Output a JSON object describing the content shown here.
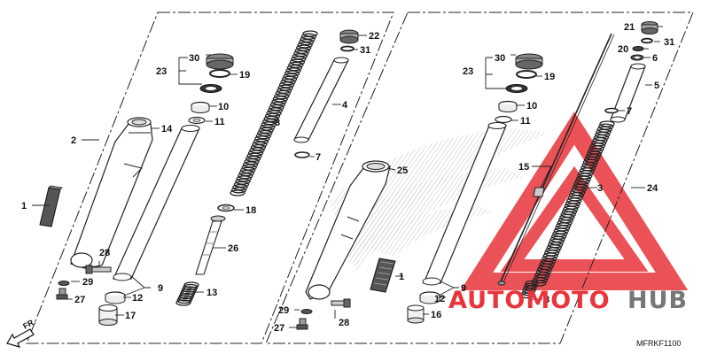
{
  "diagram_code": "MFRKF1100",
  "direction_label": "FR.",
  "watermark": {
    "part1": "AUTOMOTO",
    "part2": "HUB",
    "accent": "#e8343a",
    "secondary": "#777777"
  },
  "callouts_left": {
    "c1": "1",
    "c2": "2",
    "c3": "3",
    "c4": "4",
    "c7": "7",
    "c9": "9",
    "c10": "10",
    "c11": "11",
    "c12": "12",
    "c13": "13",
    "c14": "14",
    "c17": "17",
    "c18": "18",
    "c19": "19",
    "c22": "22",
    "c23": "23",
    "c26": "26",
    "c27": "27",
    "c28": "28",
    "c29": "29",
    "c30": "30",
    "c31": "31"
  },
  "callouts_right": {
    "c1": "1",
    "c3": "3",
    "c5": "5",
    "c6": "6",
    "c7": "7",
    "c8": "8",
    "c9": "9",
    "c10": "10",
    "c11": "11",
    "c12": "12",
    "c15": "15",
    "c16": "16",
    "c19": "19",
    "c20": "20",
    "c21": "21",
    "c23": "23",
    "c24": "24",
    "c25": "25",
    "c27": "27",
    "c28": "28",
    "c29": "29",
    "c30": "30",
    "c31": "31"
  }
}
